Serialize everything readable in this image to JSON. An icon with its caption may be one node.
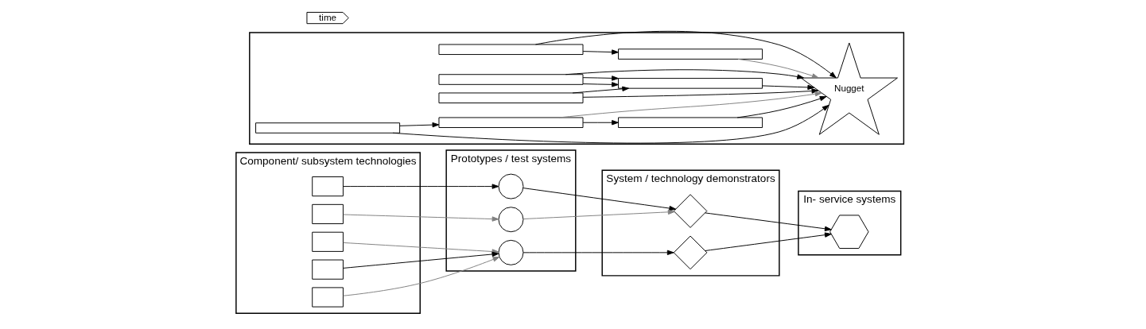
{
  "diagram": {
    "nodes": [
      {
        "text": [
          "Component/ subsystem technologies"
        ]
      },
      {
        "text": [
          "Prototypes / test systems"
        ]
      },
      {
        "text": [
          "System / technology demonstrators"
        ]
      },
      {
        "text": [
          "In- service systems"
        ]
      },
      {
        "text": [],
        "shape": "box",
        "in": 0
      },
      {
        "text": [],
        "shape": "box",
        "in": 0
      },
      {
        "text": [],
        "shape": "box",
        "in": 0
      },
      {
        "text": [],
        "shape": "box",
        "in": 0
      },
      {
        "text": [],
        "shape": "box",
        "in": 0
      },
      {
        "text": [],
        "shape": "circle",
        "in": 1
      },
      {
        "text": [],
        "shape": "circle",
        "in": 1
      },
      {
        "text": [],
        "shape": "circle",
        "in": 1
      },
      {
        "text": [],
        "shape": "diamond",
        "in": 2
      },
      {
        "text": [],
        "shape": "diamond",
        "in": 2
      },
      {
        "text": [],
        "shape": "hexagon",
        "in": 3
      },
      {
        "text": [],
        "shape": "box"
      },
      {
        "text": [
          "time"
        ]
      },
      {
        "text": [],
        "shape": "bar",
        "in": 15
      },
      {
        "text": [],
        "shape": "bar",
        "in": 15
      },
      {
        "text": [],
        "shape": "bar",
        "in": 15
      },
      {
        "text": [],
        "shape": "bar",
        "in": 15
      },
      {
        "text": [],
        "shape": "bar",
        "in": 15
      },
      {
        "text": [],
        "shape": "bar",
        "in": 15
      },
      {
        "text": [],
        "shape": "bar",
        "in": 15
      },
      {
        "text": [],
        "shape": "bar",
        "in": 15
      },
      {
        "text": [
          "Nugget"
        ],
        "in": 15
      }
    ],
    "edges": [
      {
        "from": 4,
        "to": 9,
        "arrow": "to"
      },
      {
        "from": 5,
        "to": 10,
        "arrow": "to",
        "color": "#808080"
      },
      {
        "from": 6,
        "to": 11,
        "arrow": "to",
        "color": "#808080"
      },
      {
        "from": 7,
        "to": 11,
        "arrow": "to"
      },
      {
        "from": 8,
        "to": 11,
        "arrow": "to",
        "color": "#808080"
      },
      {
        "from": 9,
        "to": 12,
        "arrow": "to"
      },
      {
        "from": 10,
        "to": 12,
        "arrow": "to",
        "color": "#808080"
      },
      {
        "from": 11,
        "to": 13,
        "arrow": "to"
      },
      {
        "from": 12,
        "to": 14,
        "arrow": "to"
      },
      {
        "from": 13,
        "to": 14,
        "arrow": "to"
      },
      {
        "from": 17,
        "to": 18,
        "arrow": "to"
      },
      {
        "from": 19,
        "to": 20,
        "arrow": "to"
      },
      {
        "from": 19,
        "to": 20,
        "arrow": "to"
      },
      {
        "from": 21,
        "to": 20,
        "arrow": "to"
      },
      {
        "from": 24,
        "to": 23,
        "arrow": "to"
      },
      {
        "from": 23,
        "to": 22,
        "arrow": "to"
      },
      {
        "from": 17,
        "to": 25,
        "arrow": "to"
      },
      {
        "from": 18,
        "to": 25,
        "arrow": "to",
        "color": "#808080"
      },
      {
        "from": 19,
        "to": 25,
        "arrow": "to"
      },
      {
        "from": 20,
        "to": 25,
        "arrow": "to"
      },
      {
        "from": 21,
        "to": 25,
        "arrow": "to"
      },
      {
        "from": 22,
        "to": 25,
        "arrow": "to"
      },
      {
        "from": 23,
        "to": 25,
        "arrow": "to",
        "color": "#808080"
      },
      {
        "from": 24,
        "to": 25,
        "arrow": "to"
      }
    ]
  }
}
